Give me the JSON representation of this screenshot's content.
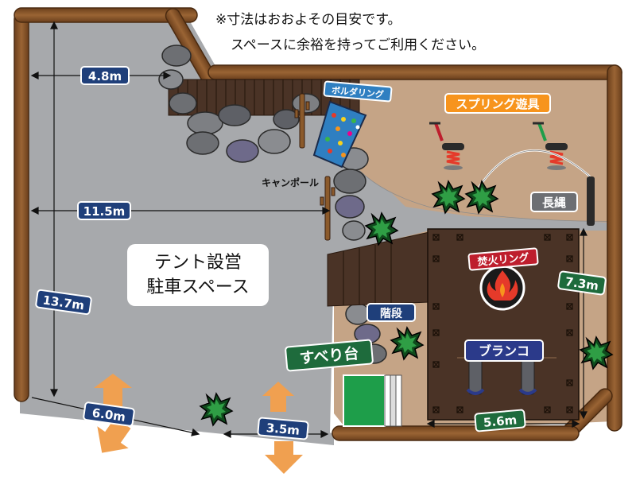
{
  "notice": {
    "line1": "※寸法はおおよその目安です。",
    "line2": "スペースに余裕を持ってご利用ください。"
  },
  "areas": {
    "tent_parking_line1": "テント設営",
    "tent_parking_line2": "駐車スペース"
  },
  "labels": {
    "bouldering": "ボルダリング",
    "spring_toys": "スプリング遊具",
    "campole": "キャンポール",
    "long_rope": "長縄",
    "bonfire_ring": "焚火リング",
    "stairs": "階段",
    "slide": "すべり台",
    "swing": "ブランコ"
  },
  "dimensions": {
    "d1": "4.8m",
    "d2": "11.5m",
    "d3": "13.7m",
    "d4": "6.0m",
    "d5": "3.5m",
    "d6": "7.3m",
    "d7": "5.6m"
  },
  "colors": {
    "ground_gray": "#a7a9ac",
    "dirt_tan": "#c5a486",
    "wood_log": "#8b5a2b",
    "wood_dark": "#4a3326",
    "dim_blue": "#1f3f7a",
    "dim_green": "#1e6b3c",
    "label_orange": "#f7941d",
    "label_red": "#be1e2d",
    "entry_arrow": "#f0a050",
    "slide_green": "#1e9e4a"
  },
  "icons": [
    "fire-icon",
    "spring-rider-icon",
    "bush-icon",
    "rock-icon",
    "entry-arrow-icon"
  ]
}
